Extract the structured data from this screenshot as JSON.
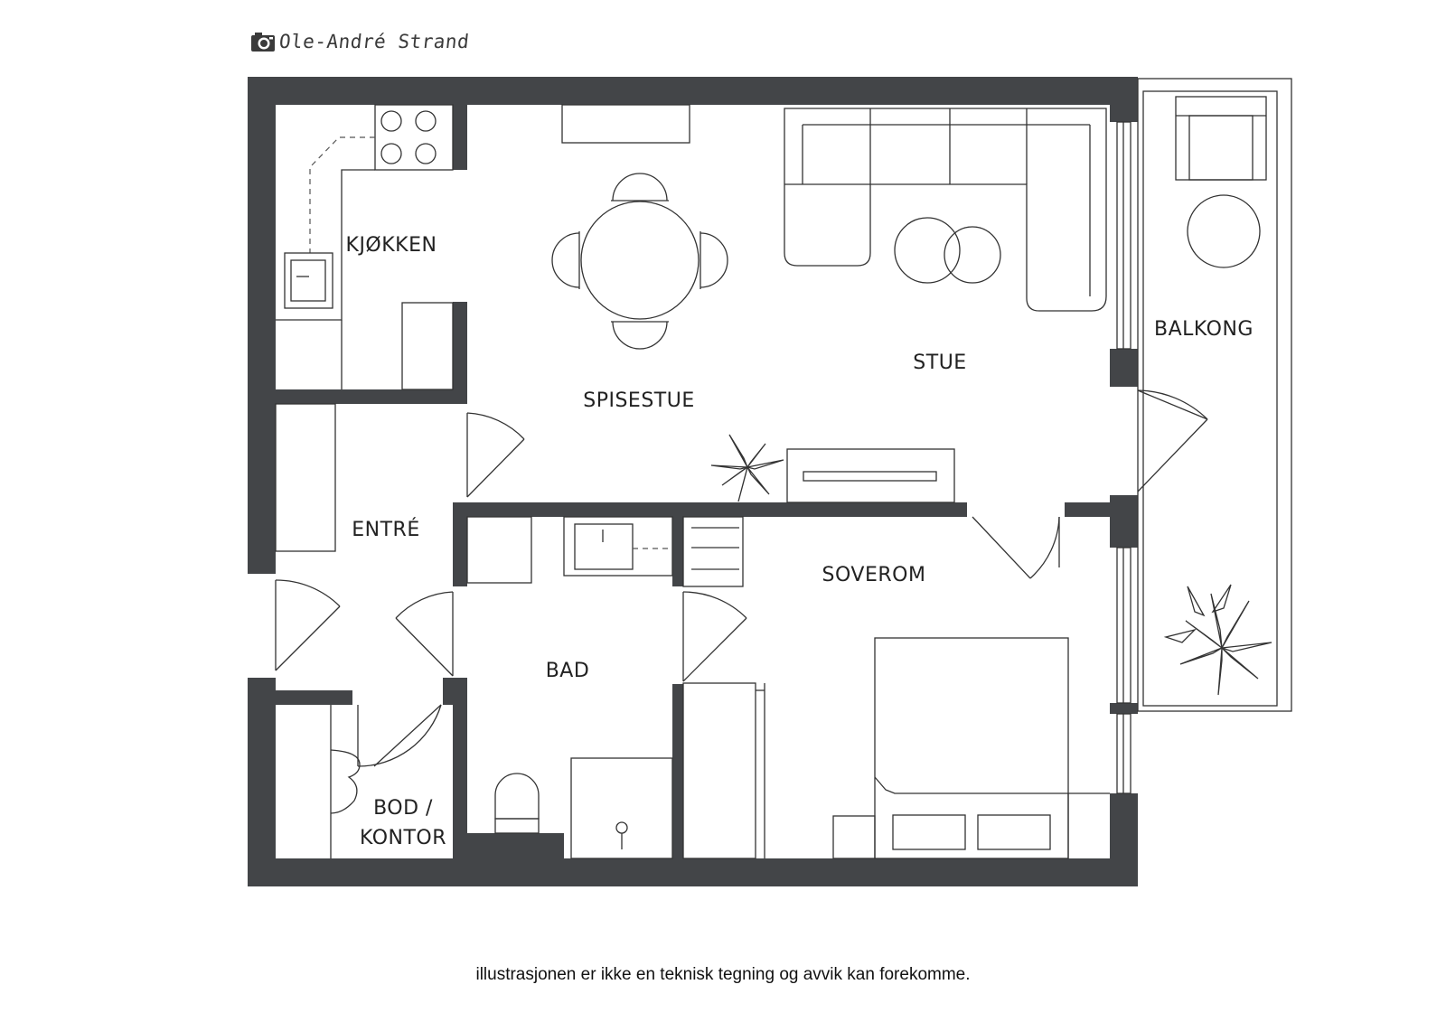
{
  "header": {
    "author": "Ole-André Strand",
    "icon": "camera-icon"
  },
  "rooms": {
    "kitchen": "KJØKKEN",
    "dining": "SPISESTUE",
    "living": "STUE",
    "balcony": "BALKONG",
    "entrance": "ENTRÉ",
    "bedroom": "SOVEROM",
    "bathroom": "BAD",
    "storage_line1": "BOD /",
    "storage_line2": "KONTOR"
  },
  "footer": {
    "disclaimer": "illustrasjonen er ikke en teknisk tegning og avvik kan forekomme."
  },
  "colors": {
    "wall": "#434548",
    "line": "#333333",
    "background": "#ffffff"
  }
}
